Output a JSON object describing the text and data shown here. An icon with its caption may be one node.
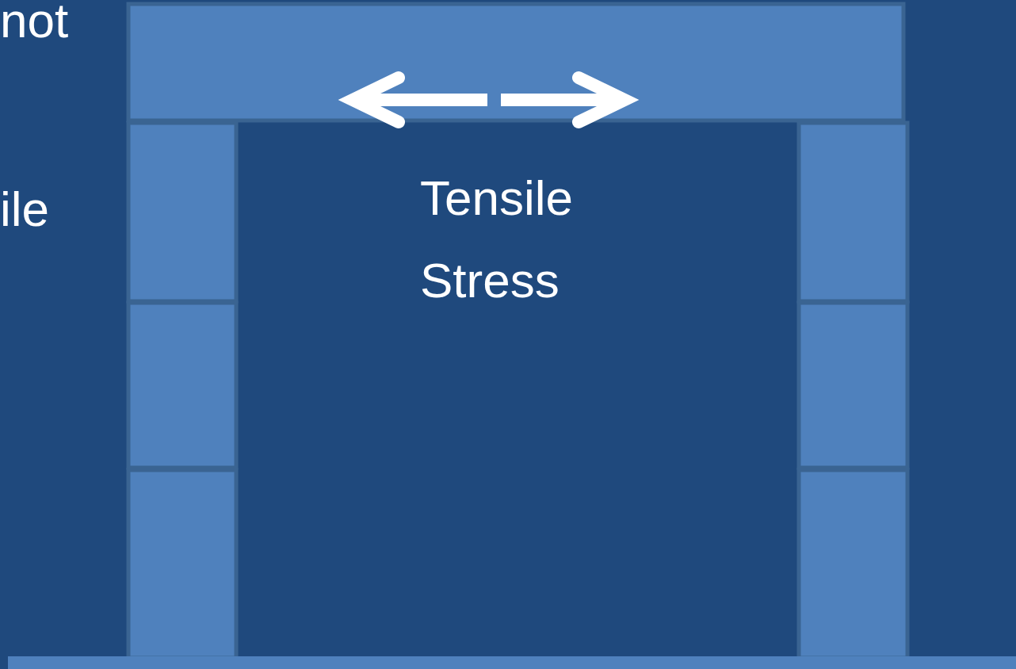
{
  "diagram": {
    "labels": [
      "not",
      "ile",
      "Tensile Stress"
    ]
  }
}
